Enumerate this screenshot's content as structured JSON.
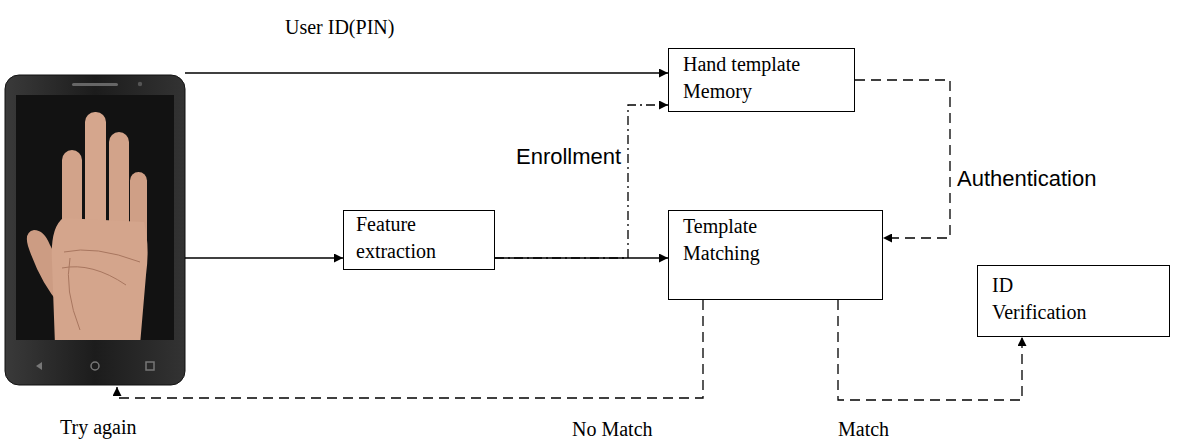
{
  "diagram": {
    "nodes": [
      {
        "text": [
          "Hand template Memory"
        ]
      },
      {
        "text": [
          "Feature extraction"
        ]
      },
      {
        "text": [
          "Template Matching"
        ]
      },
      {
        "text": [
          "ID Verification"
        ]
      }
    ],
    "edges": [
      {
        "from": 1,
        "to": 2,
        "arrow": "to"
      },
      {
        "from": 1,
        "to": 0,
        "label": "Enrollment",
        "arrow": "to"
      },
      {
        "from": 0,
        "to": 2,
        "label": "Authentication",
        "arrow": "to"
      },
      {
        "from": 2,
        "to": 3,
        "label": "Match",
        "arrow": "to"
      }
    ],
    "labels": [
      "User ID(PIN)",
      "Try again",
      "No Match"
    ]
  }
}
